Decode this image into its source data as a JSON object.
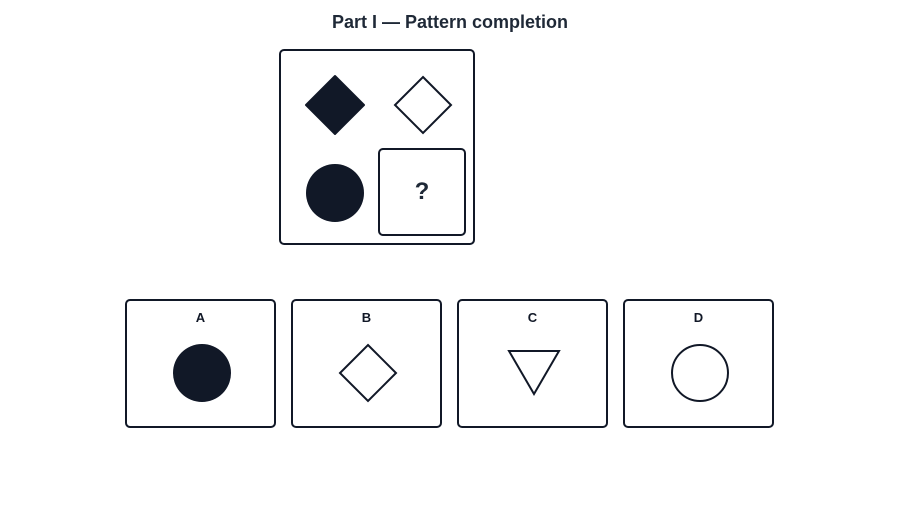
{
  "page": {
    "title": "Part I — Pattern completion"
  },
  "puzzle": {
    "cells": [
      {
        "shape": "diamond-filled-icon"
      },
      {
        "shape": "diamond-outline-icon"
      },
      {
        "shape": "circle-filled-icon"
      },
      {
        "shape": "question-mark",
        "text": "?"
      }
    ]
  },
  "options": [
    {
      "label": "A",
      "shape": "circle-filled-icon"
    },
    {
      "label": "B",
      "shape": "diamond-outline-icon"
    },
    {
      "label": "C",
      "shape": "triangle-down-outline-icon"
    },
    {
      "label": "D",
      "shape": "circle-outline-icon"
    }
  ],
  "colors": {
    "ink": "#111827",
    "fill": "#111827",
    "background": "#ffffff"
  }
}
